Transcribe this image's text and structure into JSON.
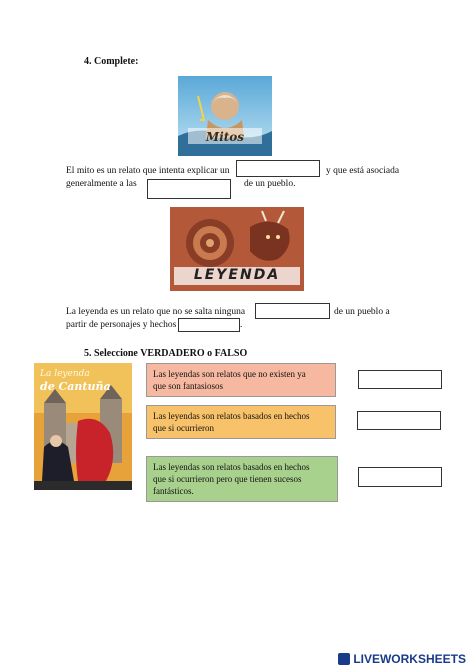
{
  "section4": {
    "title": "4.   Complete:",
    "mitos_label": "Mitos",
    "sentence1_a": "El mito es un relato que intenta explicar un",
    "sentence1_b": "y que está asociada",
    "sentence1_c": "generalmente a las",
    "sentence1_d": "de un pueblo.",
    "leyenda_label": "LEYENDA",
    "sentence2_a": "La leyenda es un relato que no se salta ninguna",
    "sentence2_b": "de un pueblo a",
    "sentence2_c": "partir de personajes y hechos",
    "sentence2_d": "."
  },
  "section5": {
    "title": "5.   Seleccione VERDADERO o FALSO",
    "poster_title_line1": "La leyenda",
    "poster_title_line2": "de Cantuña",
    "statements": [
      {
        "text1": "Las leyendas son relatos que no existen ya",
        "text2": "que son fantasiosos",
        "text3": "",
        "color": "#f6b8a0"
      },
      {
        "text1": "Las leyendas son relatos basados en hechos",
        "text2": "que si ocurrieron",
        "text3": "",
        "color": "#f7c26a"
      },
      {
        "text1": "Las leyendas son relatos basados en hechos",
        "text2": "que si ocurrieron pero que tienen sucesos",
        "text3": "fantásticos.",
        "color": "#a9d18e"
      }
    ]
  },
  "footer": {
    "brand": "LIVEWORKSHEETS"
  }
}
